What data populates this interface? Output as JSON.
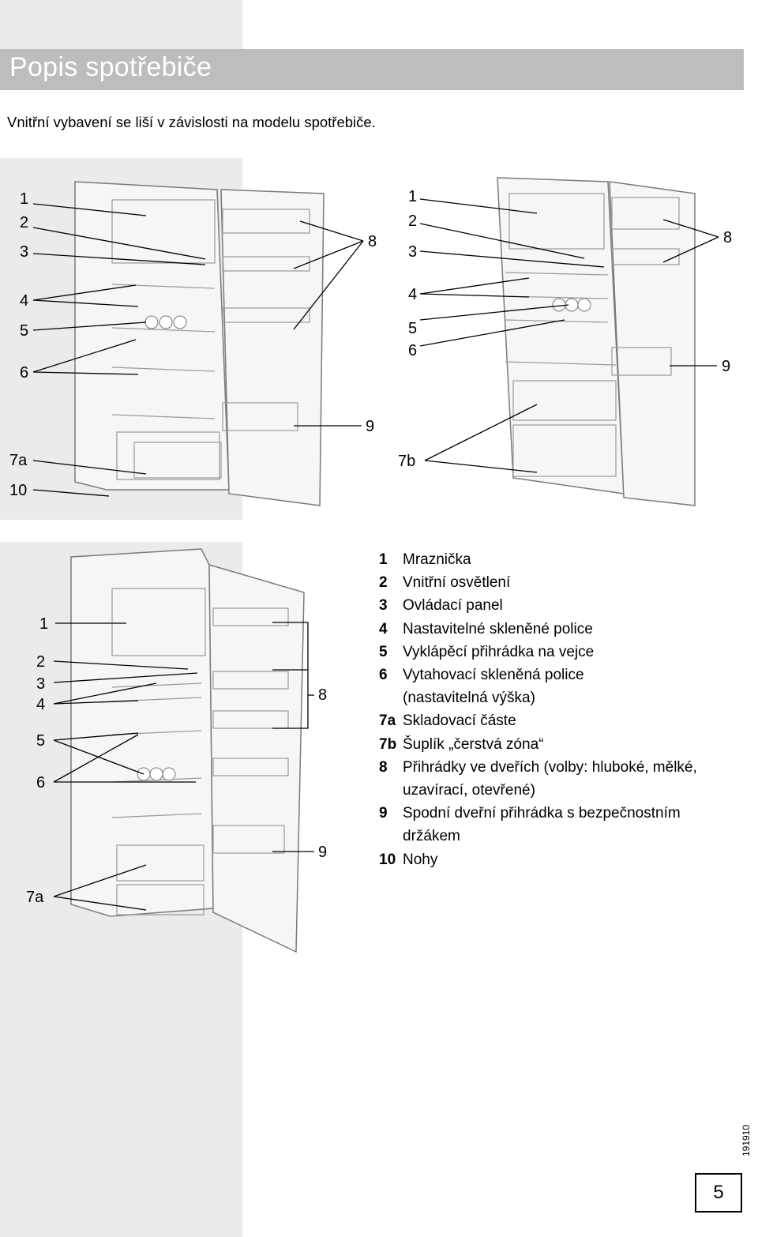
{
  "header": {
    "title": "Popis spotřebiče"
  },
  "intro": "Vnitřní vybavení se liší v závislosti na modelu spotřebiče.",
  "figure_left": {
    "callouts": [
      "1",
      "2",
      "3",
      "4",
      "5",
      "6",
      "7a",
      "10",
      "8",
      "9"
    ]
  },
  "figure_right": {
    "callouts": [
      "1",
      "2",
      "3",
      "4",
      "5",
      "6",
      "7b",
      "8",
      "9"
    ]
  },
  "figure_bottom": {
    "callouts": [
      "1",
      "2",
      "3",
      "4",
      "5",
      "6",
      "7a",
      "8",
      "9"
    ]
  },
  "legend": [
    {
      "num": "1",
      "text": "Mraznička"
    },
    {
      "num": "2",
      "text": "Vnitřní osvětlení"
    },
    {
      "num": "3",
      "text": "Ovládací panel"
    },
    {
      "num": "4",
      "text": "Nastavitelné skleněné police"
    },
    {
      "num": "5",
      "text": "Vyklápěcí přihrádka na vejce"
    },
    {
      "num": "6",
      "text": "Vytahovací skleněná police"
    },
    {
      "num": "",
      "text": "(nastavitelná výška)"
    },
    {
      "num": "7a",
      "text": "Skladovací částe"
    },
    {
      "num": "7b",
      "text": "Šuplík „čerstvá zóna“"
    },
    {
      "num": "8",
      "text": "Přihrádky ve dveřích (volby: hluboké, mělké,"
    },
    {
      "num": "",
      "text": "uzavírací, otevřené)"
    },
    {
      "num": "9",
      "text": "Spodní dveřní přihrádka s bezpečnostním"
    },
    {
      "num": "",
      "text": "držákem"
    },
    {
      "num": "10",
      "text": "Nohy"
    }
  ],
  "footer": {
    "code": "191910",
    "page": "5"
  }
}
